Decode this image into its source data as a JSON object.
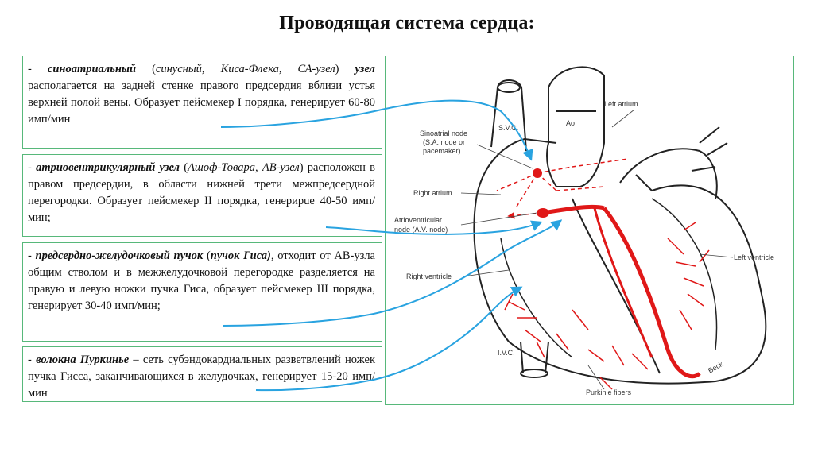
{
  "title": "Проводящая система сердца:",
  "boxes": {
    "sa": {
      "dash": "- ",
      "term": "синоатриальный",
      "open": " (",
      "alt": "синусный, Киса-Флека, СА-узел",
      "close": ") ",
      "term2": "узел",
      "text": " располагается на задней стенке правого предсердия вблизи устья верхней полой вены. Образует пейсмекер I порядка, генерирует 60-80 имп/мин"
    },
    "av": {
      "dash": "- ",
      "term": "атриовентрикулярный узел",
      "open": " (",
      "alt": "Ашоф-Товара, АВ-узел",
      "close": ")",
      "text": " расположен в правом предсердии, в области нижней трети межпредсердной перегородки. Образует пейсмекер II порядка, генерирue 40-50 имп/мин;"
    },
    "his": {
      "dash": "- ",
      "term": "предсердно-желудочковый пучок",
      "open": " (",
      "alt": "пучок Гиса)",
      "text": ", отходит от АВ-узла общим стволом и в межжелудочковой перегородке разделяется на правую и левую ножки пучка Гиса, образует пейсмекер III порядка, генерирует 30-40 имп/мин;"
    },
    "purk": {
      "dash": "- ",
      "term": "волокна Пуркинье",
      "text": " – сеть субэндокардиальных разветвлений ножек пучка Гисса, заканчивающихся в желудочках, генерирует 15-20 имп/мин"
    }
  },
  "labels": {
    "left_atrium": "Left atrium",
    "ao": "Ao",
    "sa_node_1": "Sinoatrial node",
    "sa_node_2": "(S.A. node or",
    "sa_node_3": "pacemaker)",
    "svc": "S.V.C.",
    "right_atrium": "Right atrium",
    "av_node_1": "Atrioventricular",
    "av_node_2": "node (A.V. node)",
    "left_ventricle": "Left ventricle",
    "right_ventricle": "Right ventricle",
    "ivc": "I.V.C.",
    "purkinje": "Purkinje fibers",
    "signature": "Beck"
  },
  "colors": {
    "frame": "#57b87a",
    "arrow": "#29a3e0",
    "conduction": "#e01818"
  }
}
